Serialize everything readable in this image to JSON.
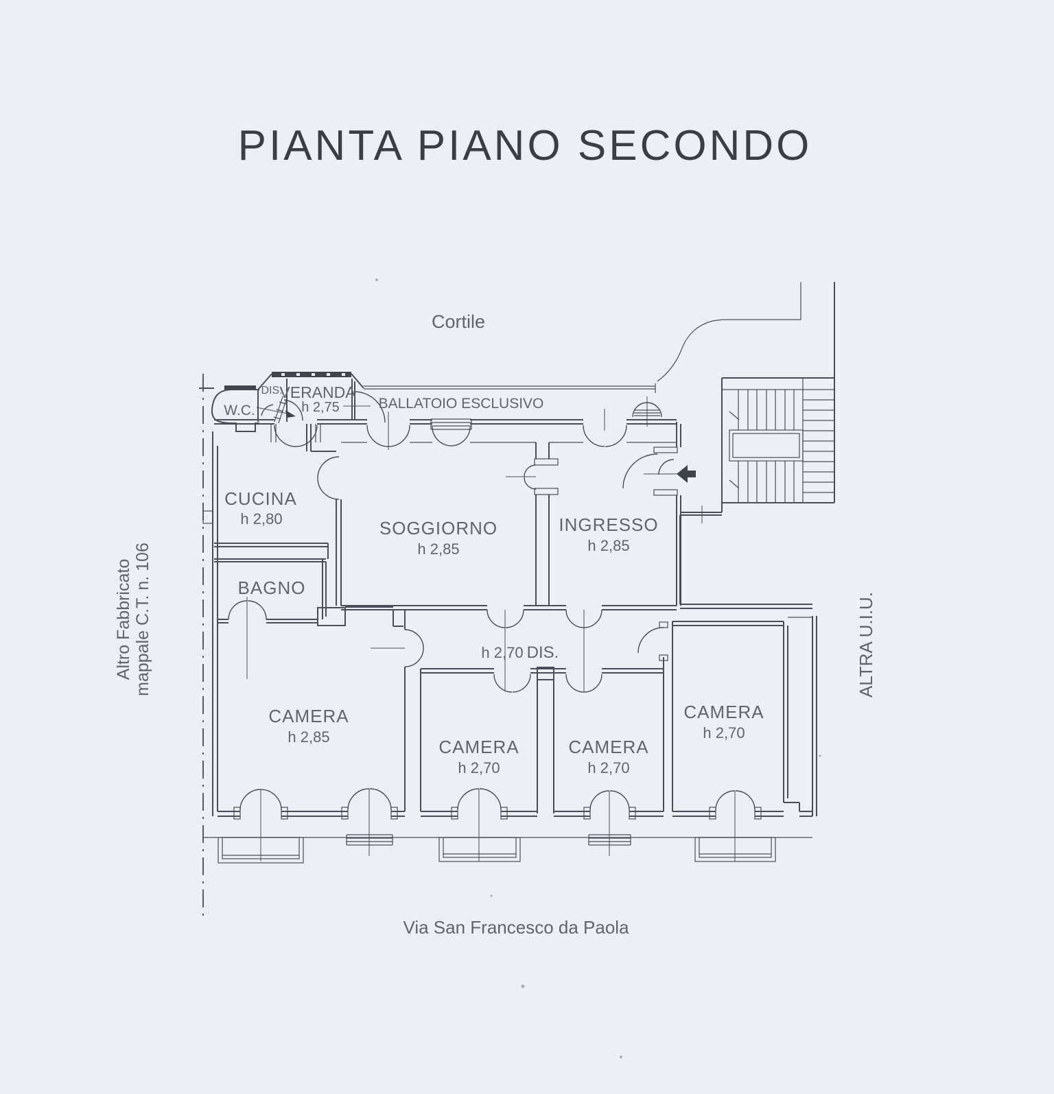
{
  "page": {
    "title": "PIANTA PIANO SECONDO"
  },
  "plan": {
    "courtyard_label": "Cortile",
    "street_label": "Via San Francesco da Paola",
    "walkway_label": "BALLATOIO ESCLUSIVO",
    "left_boundary_note": {
      "line1": "Altro Fabbricato",
      "line2": "mappale C.T. n. 106"
    },
    "right_boundary_note": "ALTRA U.I.U.",
    "rooms": [
      {
        "name": "W.C.",
        "height": ""
      },
      {
        "name": "DIS.",
        "height": ""
      },
      {
        "name": "VERANDA",
        "height": "h 2,75"
      },
      {
        "name": "CUCINA",
        "height": "h 2,80"
      },
      {
        "name": "SOGGIORNO",
        "height": "h 2,85"
      },
      {
        "name": "INGRESSO",
        "height": "h 2,85"
      },
      {
        "name": "BAGNO",
        "height": ""
      },
      {
        "name": "DIS.",
        "height": "h 2,70"
      },
      {
        "name": "CAMERA",
        "height": "h 2,85"
      },
      {
        "name": "CAMERA",
        "height": "h 2,70"
      },
      {
        "name": "CAMERA",
        "height": "h 2,70"
      },
      {
        "name": "CAMERA",
        "height": "h 2,70"
      }
    ]
  },
  "colors": {
    "paper": "#edeff4",
    "line": "#484d57",
    "label": "#5f646d",
    "title": "#3b3f45"
  }
}
